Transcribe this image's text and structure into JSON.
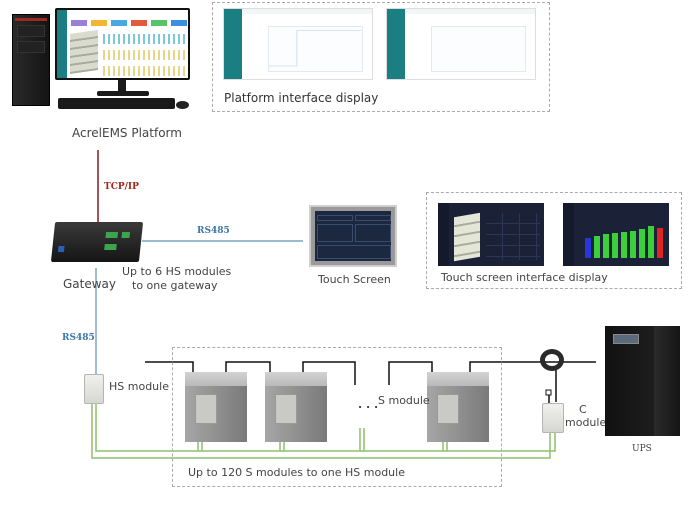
{
  "platform": {
    "label": "AcrelEMS Platform",
    "interface_label": "Platform interface display"
  },
  "links": {
    "tcpip": "TCP/IP",
    "rs485_top": "RS485",
    "rs485_left": "RS485"
  },
  "gateway": {
    "label": "Gateway",
    "capacity_line1": "Up to 6 HS modules",
    "capacity_line2": "to one gateway"
  },
  "touch_screen": {
    "label": "Touch Screen",
    "interface_label": "Touch screen interface display"
  },
  "hs_module": {
    "label": "HS module"
  },
  "s_module": {
    "label": "S module",
    "ellipsis": ". . .",
    "capacity": "Up to 120 S modules to one HS module"
  },
  "c_module": {
    "label_line1": "C",
    "label_line2": "module"
  },
  "ups": {
    "label": "UPS"
  },
  "colors": {
    "tcpip_line": "#8b1a1a",
    "rs485_line": "#5b93b8",
    "rs485_text": "#3d78a8",
    "tcpip_text": "#a4241a",
    "bus_line": "#8fbf6a",
    "power_line": "#111111",
    "teal": "#1a7e83"
  }
}
